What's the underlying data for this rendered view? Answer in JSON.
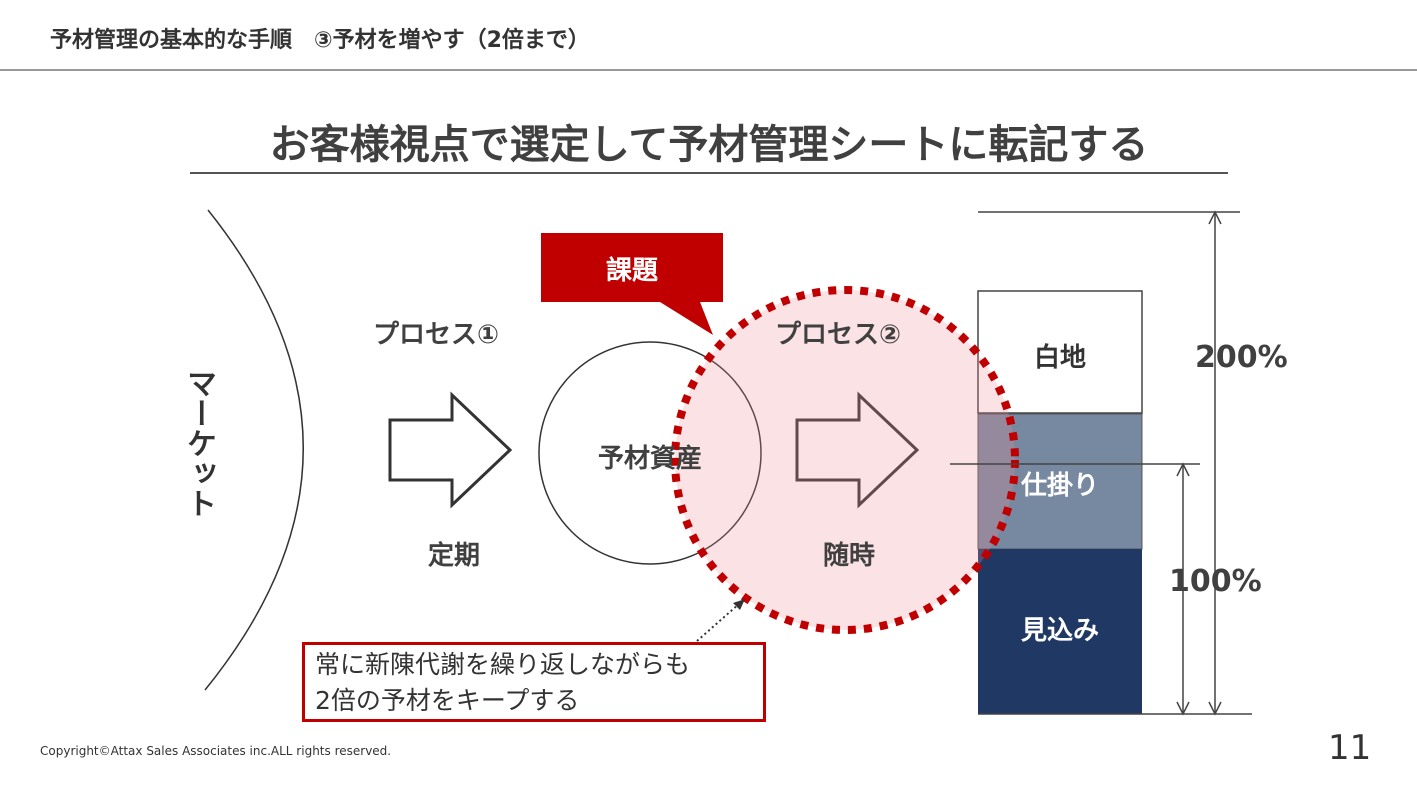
{
  "header": {
    "title": "予材管理の基本的な手順　③予材を増やす（2倍まで）"
  },
  "main_title": "お客様視点で選定して予材管理シートに転記する",
  "diagram": {
    "market_label": "マーケット",
    "process1_label": "プロセス①",
    "process1_timing": "定期",
    "asset_label": "予材資産",
    "issue_callout": "課題",
    "process2_label": "プロセス②",
    "process2_timing": "随時",
    "stack": [
      {
        "label": "白地",
        "color": "#ffffff"
      },
      {
        "label": "仕掛り",
        "color": "#7788a1"
      },
      {
        "label": "見込み",
        "color": "#203864"
      }
    ],
    "level_200": "200%",
    "level_100": "100%",
    "note_lines": [
      "常に新陳代謝を繰り返しながらも",
      "2倍の予材をキープする"
    ],
    "accent_color": "#c00000"
  },
  "footer": {
    "copyright": "Copyright©Attax Sales Associates inc.ALL rights reserved.",
    "page_number": "11"
  }
}
